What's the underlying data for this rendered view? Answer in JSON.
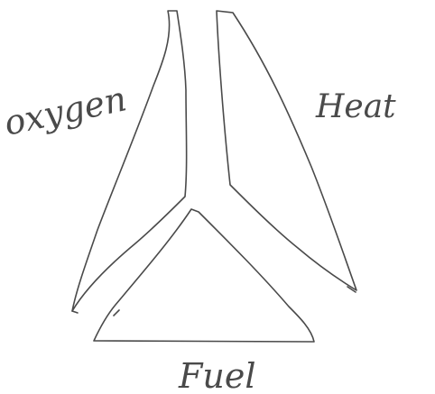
{
  "diagram": {
    "labels": {
      "left": "oxygen",
      "right": "Heat",
      "bottom": "Fuel"
    },
    "ink_color": "#4a4a4a",
    "background": "#ffffff"
  }
}
